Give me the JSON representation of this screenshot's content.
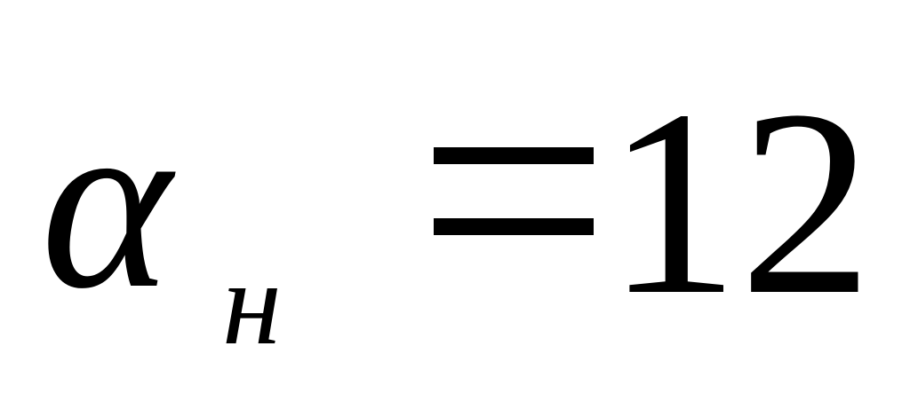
{
  "formula": {
    "symbol": "α",
    "subscript": "н",
    "operator": "=",
    "value": "12"
  }
}
